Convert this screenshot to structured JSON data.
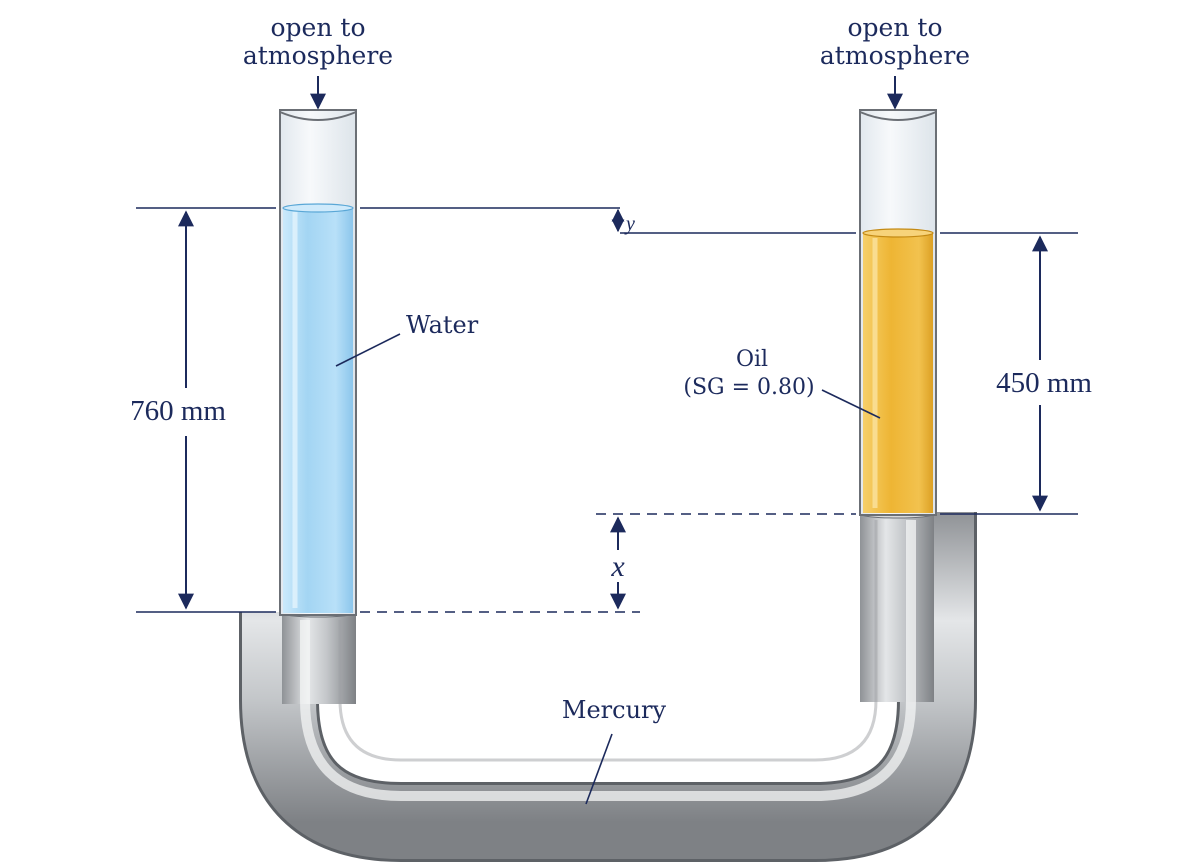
{
  "labels": {
    "left_open_line1": "open to",
    "left_open_line2": "atmosphere",
    "right_open_line1": "open to",
    "right_open_line2": "atmosphere",
    "water": "Water",
    "oil_line1": "Oil",
    "oil_line2": "(SG = 0.80)",
    "mercury": "Mercury",
    "dim_left": "760 mm",
    "dim_right": "450 mm",
    "var_x": "x",
    "var_y": "y"
  },
  "fluids": {
    "water": {
      "name": "Water",
      "color": "#a9d8f5"
    },
    "oil": {
      "name": "Oil",
      "specific_gravity": 0.8,
      "color": "#f0b93a"
    },
    "mercury": {
      "name": "Mercury",
      "color": "#b9bcc0"
    }
  },
  "dimensions": {
    "water_column_mm": 760,
    "oil_column_mm": 450
  },
  "colors": {
    "ink": "#1c2a5c",
    "glass": "#eef3f7",
    "glass_edge": "#6b6f75"
  }
}
